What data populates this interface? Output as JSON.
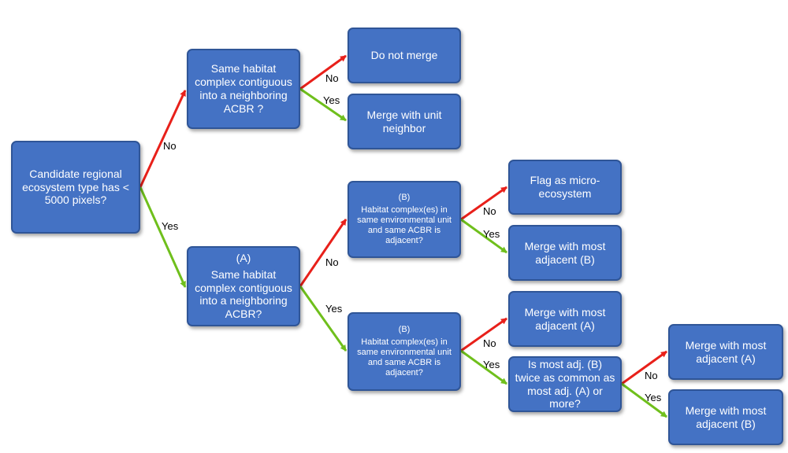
{
  "colors": {
    "box_fill": "#4472c4",
    "box_border": "#2f5597",
    "box_text": "#ffffff",
    "no_arrow": "#e8201a",
    "yes_arrow": "#6fbf1c"
  },
  "nodes": {
    "root": "Candidate regional ecosystem type has < 5000 pixels?",
    "top_question": "Same habitat complex contiguous into a neighboring ACBR ?",
    "do_not_merge": "Do not merge",
    "merge_unit_neighbor": "Merge with unit neighbor",
    "a_question": {
      "tag": "(A)",
      "text": "Same habitat complex contiguous into a neighboring ACBR?"
    },
    "b_question_1": {
      "tag": "(B)",
      "text": "Habitat complex(es) in same environmental unit and same ACBR is adjacent?"
    },
    "b_question_2": {
      "tag": "(B)",
      "text": "Habitat complex(es) in same environmental unit and same ACBR is adjacent?"
    },
    "flag_micro": "Flag as micro-ecosystem",
    "merge_adj_b_1": "Merge with most adjacent (B)",
    "merge_adj_a_1": "Merge with most adjacent (A)",
    "twice_question": "Is most adj. (B) twice as common as most adj. (A) or more?",
    "merge_adj_a_2": "Merge with most adjacent (A)",
    "merge_adj_b_2": "Merge with most adjacent (B)"
  },
  "labels": {
    "root_no": "No",
    "root_yes": "Yes",
    "top_no": "No",
    "top_yes": "Yes",
    "a_no": "No",
    "a_yes": "Yes",
    "b1_no": "No",
    "b1_yes": "Yes",
    "b2_no": "No",
    "b2_yes": "Yes",
    "twice_no": "No",
    "twice_yes": "Yes"
  }
}
